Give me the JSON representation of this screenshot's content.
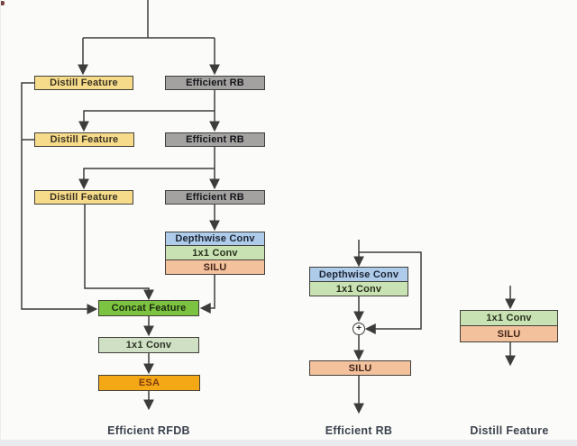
{
  "page": {
    "background_color": "#fbfbf9",
    "footer_strip_color": "#e9ebee",
    "line_color": "#3c3c3a"
  },
  "colors": {
    "distill_feature_fill": "#f6dc8a",
    "efficient_rb_fill": "#a3a2a0",
    "depthwise_conv_fill": "#aecbea",
    "conv1x1_fill": "#c9e2b3",
    "silu_fill": "#f4c19d",
    "concat_feature_fill": "#7cc342",
    "conv1x1_pale_fill": "#cfe0c5",
    "esa_fill": "#f4a816",
    "box_border": "#413f39",
    "caption_text": "#3b424d"
  },
  "rfdb": {
    "caption": "Efficient RFDB",
    "distill1": "Distill Feature",
    "distill2": "Distill Feature",
    "distill3": "Distill Feature",
    "rb1": "Efficient RB",
    "rb2": "Efficient RB",
    "rb3": "Efficient RB",
    "depthwise": "Depthwise Conv",
    "conv1": "1x1 Conv",
    "silu": "SILU",
    "concat": "Concat Feature",
    "conv2": "1x1 Conv",
    "esa": "ESA"
  },
  "rb": {
    "caption": "Efficient RB",
    "depthwise": "Depthwise Conv",
    "conv": "1x1 Conv",
    "plus": "+",
    "silu": "SILU"
  },
  "distill": {
    "caption": "Distill Feature",
    "conv": "1x1 Conv",
    "silu": "SILU"
  }
}
